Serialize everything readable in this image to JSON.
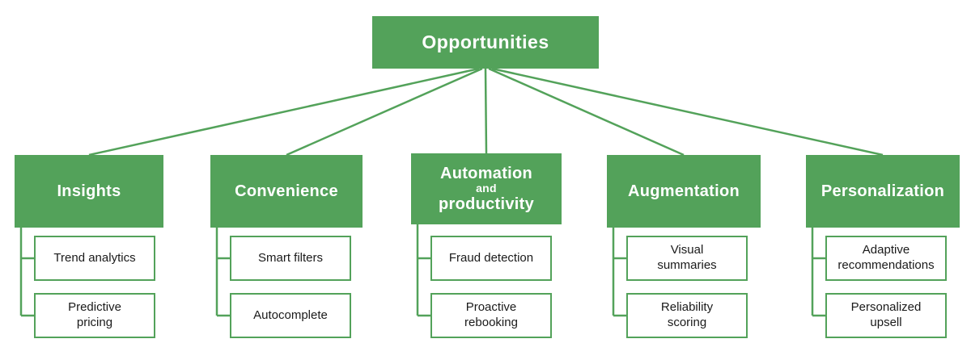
{
  "diagram": {
    "accent_color": "#53a25a",
    "root": {
      "label": "Opportunities"
    },
    "branches": [
      {
        "label": "Insights",
        "children": [
          "Trend analytics",
          "Predictive\npricing"
        ]
      },
      {
        "label": "Convenience",
        "children": [
          "Smart filters",
          "Autocomplete"
        ]
      },
      {
        "label": "Automation and productivity",
        "lines": [
          "Automation",
          "and",
          "productivity"
        ],
        "children": [
          "Fraud detection",
          "Proactive\nrebooking"
        ]
      },
      {
        "label": "Augmentation",
        "children": [
          "Visual\nsummaries",
          "Reliability\nscoring"
        ]
      },
      {
        "label": "Personalization",
        "children": [
          "Adaptive\nrecommendations",
          "Personalized\nupsell"
        ]
      }
    ]
  }
}
